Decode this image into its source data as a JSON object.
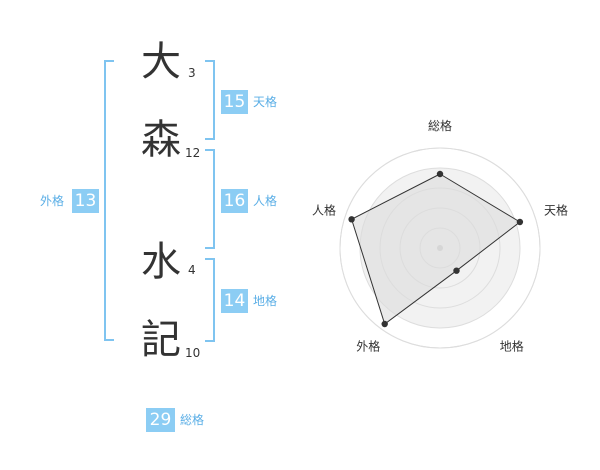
{
  "name": {
    "chars": [
      {
        "char": "大",
        "strokes": "3"
      },
      {
        "char": "森",
        "strokes": "12"
      },
      {
        "char": "水",
        "strokes": "4"
      },
      {
        "char": "記",
        "strokes": "10"
      }
    ]
  },
  "fortune": {
    "tenkaku": {
      "value": "15",
      "label": "天格"
    },
    "jinkaku": {
      "value": "16",
      "label": "人格"
    },
    "chikaku": {
      "value": "14",
      "label": "地格"
    },
    "gaikaku": {
      "value": "13",
      "label": "外格"
    },
    "soukaku": {
      "value": "29",
      "label": "総格"
    }
  },
  "colors": {
    "accent": "#8ccdf4",
    "bracket": "#7fc4f0",
    "label": "#5aaee6",
    "text": "#333333"
  },
  "chart_data": {
    "type": "radar",
    "axes": [
      "総格",
      "天格",
      "地格",
      "外格",
      "人格"
    ],
    "values": [
      0.74,
      0.84,
      0.28,
      0.94,
      0.93
    ],
    "max": 1,
    "rings": 5,
    "grid": true
  }
}
